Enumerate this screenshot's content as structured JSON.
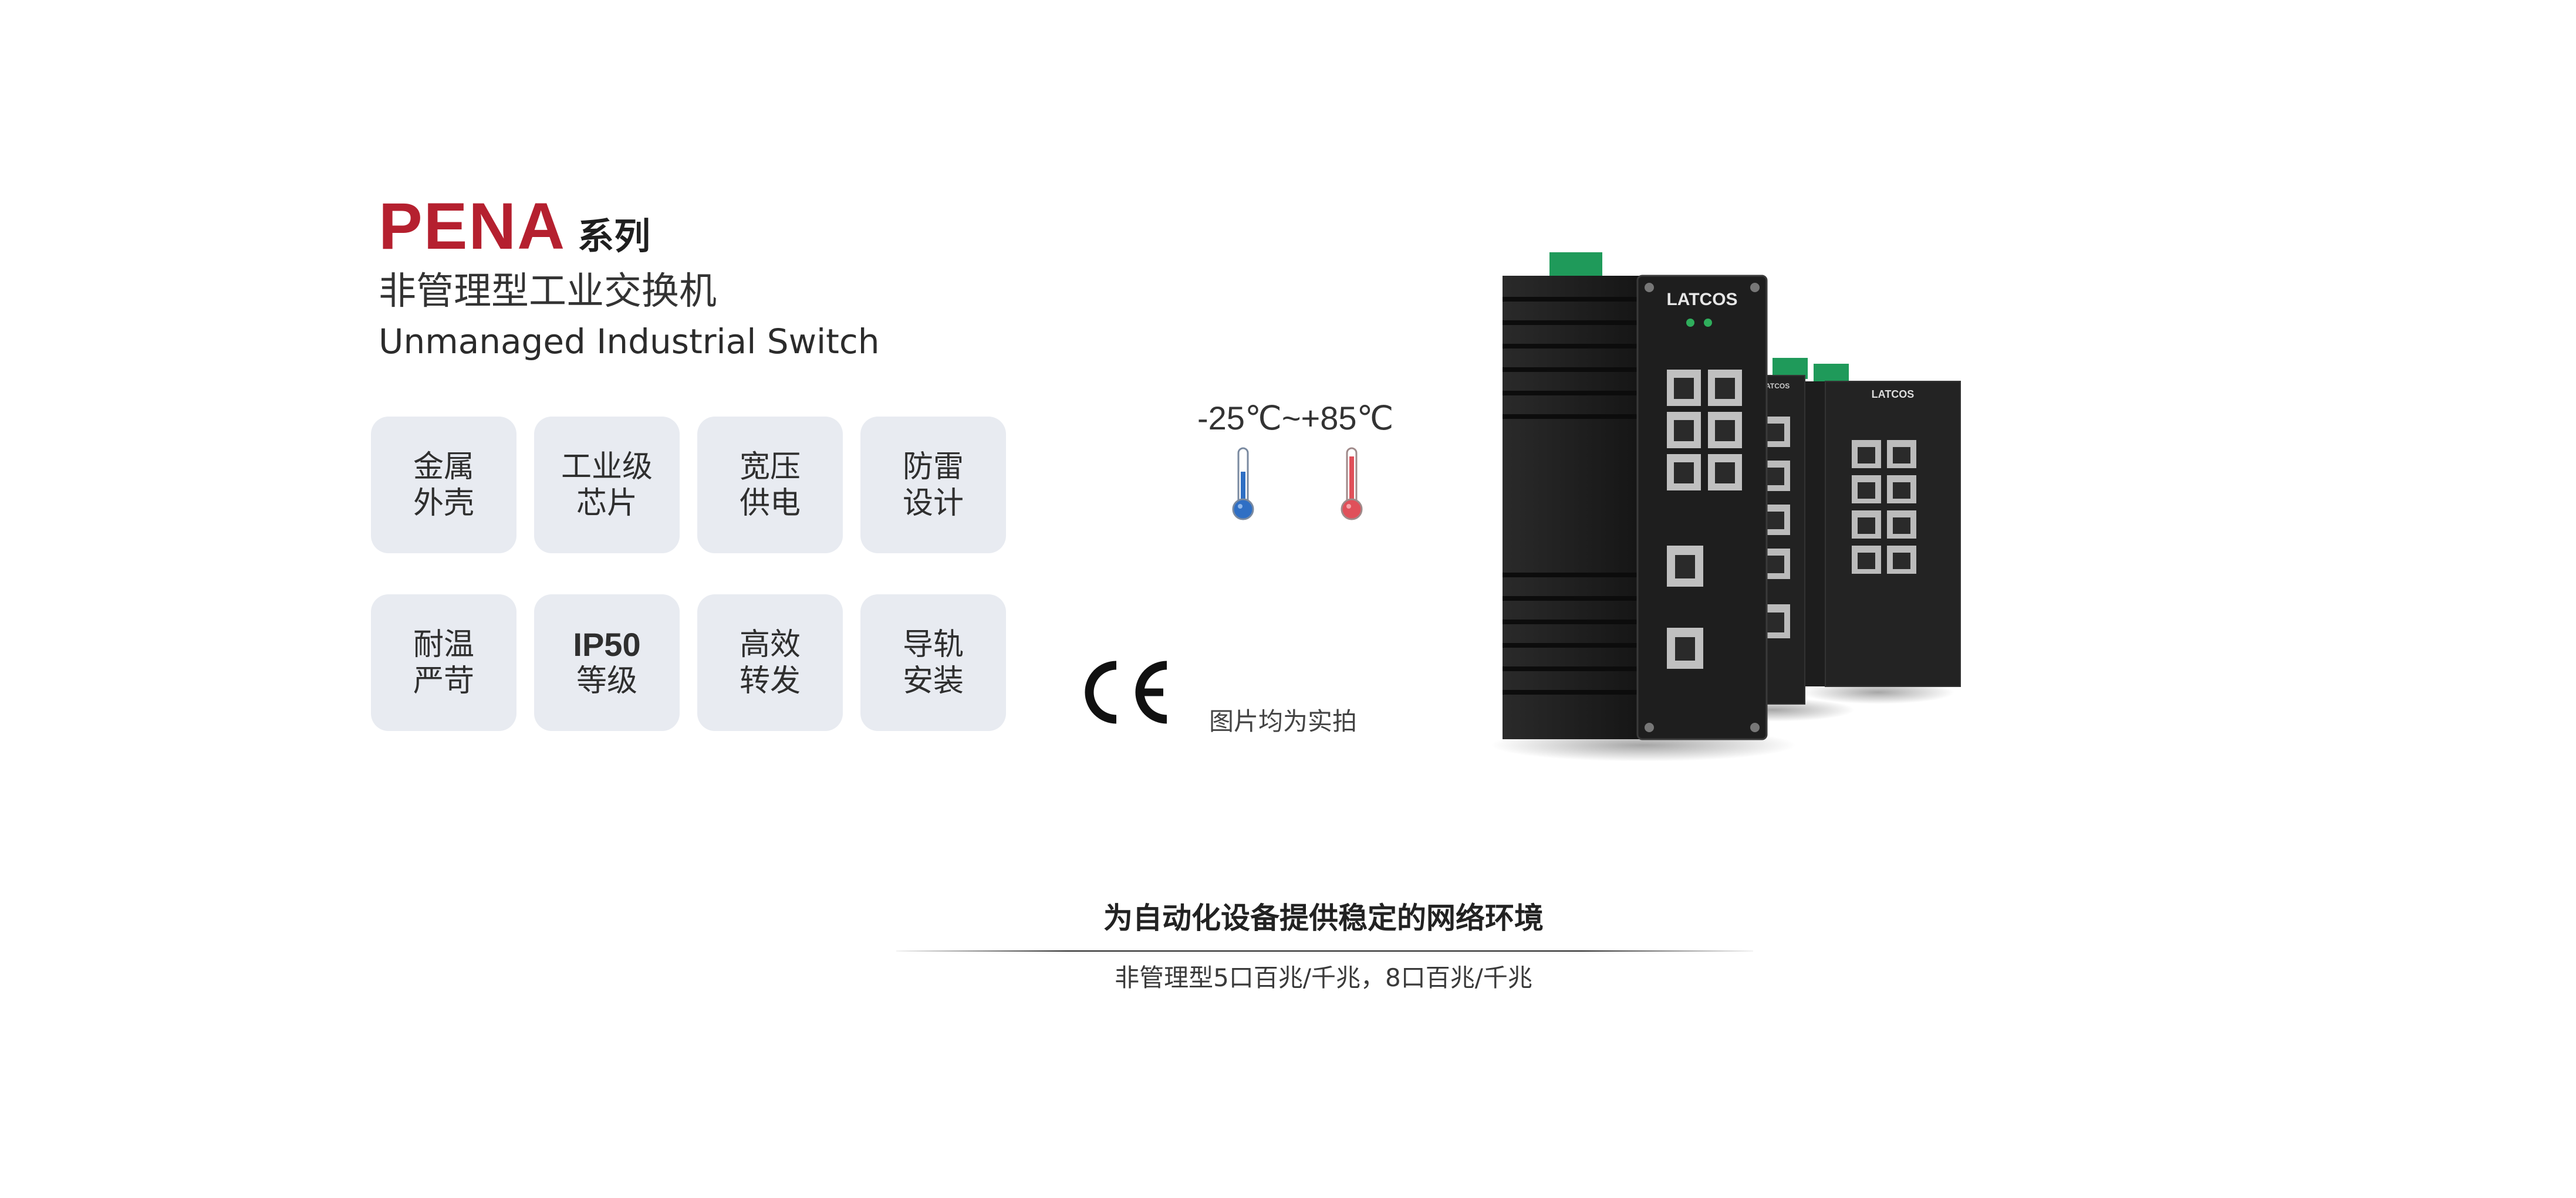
{
  "header": {
    "brand": "PENA",
    "series_suffix": "系列",
    "title_cn": "非管理型工业交换机",
    "title_en": "Unmanaged Industrial Switch",
    "brand_color": "#b5202f"
  },
  "features": [
    {
      "line1": "金属",
      "line2": "外壳"
    },
    {
      "line1": "工业级",
      "line2": "芯片"
    },
    {
      "line1": "宽压",
      "line2": "供电"
    },
    {
      "line1": "防雷",
      "line2": "设计"
    },
    {
      "line1": "耐温",
      "line2": "严苛"
    },
    {
      "line1": "IP50",
      "line2": "等级"
    },
    {
      "line1": "高效",
      "line2": "转发"
    },
    {
      "line1": "导轨",
      "line2": "安装"
    }
  ],
  "temperature": {
    "range": "-25℃~+85℃",
    "icons": [
      "thermometer-cold-icon",
      "thermometer-hot-icon"
    ]
  },
  "certification": {
    "mark": "CE",
    "note": "图片均为实拍"
  },
  "product": {
    "brand_label": "LATCOS"
  },
  "tagline": {
    "main": "为自动化设备提供稳定的网络环境",
    "sub": "非管理型5口百兆/千兆，8口百兆/千兆"
  }
}
